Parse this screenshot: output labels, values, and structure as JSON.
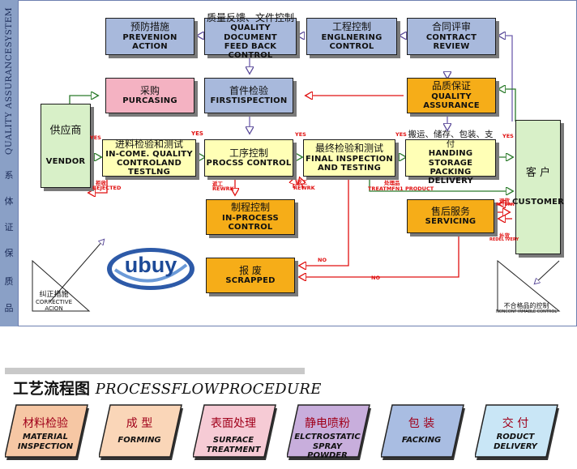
{
  "sidebar": {
    "system_label": "QUALITY ASSURANCESYSTEM",
    "chinese_chars": [
      "系",
      "体",
      "证",
      "保",
      "质",
      "品"
    ]
  },
  "diagram": {
    "prevention": {
      "cn": "预防措施",
      "en": "PREVENION ACTION"
    },
    "quality_feedback": {
      "cn": "质量反馈、文件控制",
      "en1": "QUALITY DOCUMENT",
      "en2": "FEED BACK CONTROL"
    },
    "engineering": {
      "cn": "工程控制",
      "en1": "ENGLNERING",
      "en2": "CONTROL"
    },
    "contract": {
      "cn": "合同评审",
      "en": "CONTRACT REVIEW"
    },
    "purchasing": {
      "cn": "采购",
      "en": "PURCASING"
    },
    "first_inspection": {
      "cn": "首件检验",
      "en": "FIRSTISPECTION"
    },
    "qa": {
      "cn": "品质保证",
      "en1": "QUALITY",
      "en2": "ASSURANCE"
    },
    "vendor": {
      "cn": "供应商",
      "en": "VENDOR"
    },
    "incoming": {
      "cn": "进料检验和测试",
      "en1": "IN-COME.  QUALITY",
      "en2": "CONTROLAND TESTLNG"
    },
    "process": {
      "cn": "工序控制",
      "en": "PROCSS CONTROL"
    },
    "final": {
      "cn": "最终检验和测试",
      "en1": "FINAL  INSPECTION",
      "en2": "AND   TESTING"
    },
    "handling": {
      "cn": "搬运、储存、包装、支付",
      "en1": "HANDING  STORAGE",
      "en2": "PACKING DELIVERY"
    },
    "customer": {
      "cn": "客 户",
      "en": "CUSTOMER"
    },
    "in_process": {
      "cn": "制程控制",
      "en": "IN-PROCESS CONTROL"
    },
    "servicing": {
      "cn": "售后服务",
      "en": "SERVICING"
    },
    "scrapped": {
      "cn": "报 废",
      "en": "SCRAPPED"
    },
    "corrective": {
      "cn": "纠正措施",
      "en1": "CORRECTIVE",
      "en2": "ACION"
    },
    "nonconforming": {
      "cn": "不合格品的控制",
      "en": "NONCONF IRMABLE CONTROL"
    },
    "labels": {
      "yes": "YES",
      "no": "NO",
      "reject_cn": "拒收",
      "reject_en": "REJECTED",
      "rework_cn": "返工",
      "rework_en": "REWRK",
      "treatment": "处理品",
      "treatment_en": "TREATMFN1   PRODUCT",
      "return_cn": "退货",
      "return_en": "RETURN",
      "redeliver_cn": "补货",
      "redeliver_en": "REDEL IVERY"
    },
    "logo_text": "ubuy"
  },
  "process_flow": {
    "title_cn": "工艺流程图",
    "title_en": "PROCESSFLOWPROCEDURE",
    "steps": [
      {
        "cn": "材料检验",
        "en1": "MATERIAL",
        "en2": "INSPECTION",
        "color": "#f6c7a4"
      },
      {
        "cn": "成 型",
        "en1": "FORMING",
        "en2": "",
        "color": "#fad6b8"
      },
      {
        "cn": "表面处理",
        "en1": "SURFACE TREATMENT",
        "en2": "",
        "color": "#f6cbd5"
      },
      {
        "cn": "静电喷粉",
        "en1": "ELCTROSTATIC",
        "en2": "SPRAY POWDER",
        "color": "#c8aedc"
      },
      {
        "cn": "包 装",
        "en1": "FACKING",
        "en2": "",
        "color": "#a9bde2"
      },
      {
        "cn": "交 付",
        "en1": "RODUCT",
        "en2": "DELIVERY",
        "color": "#c9e6f6"
      }
    ]
  },
  "colors": {
    "blue_box": "#a8b9dc",
    "yellow_box": "#ffffb6",
    "orange_box": "#f6ad18",
    "pink_box": "#f4b2c2",
    "green_box": "#d8f0c8",
    "red_arrow": "#e01010",
    "green_arrow": "#2a7a2a",
    "purple_arrow": "#7b69b5"
  }
}
